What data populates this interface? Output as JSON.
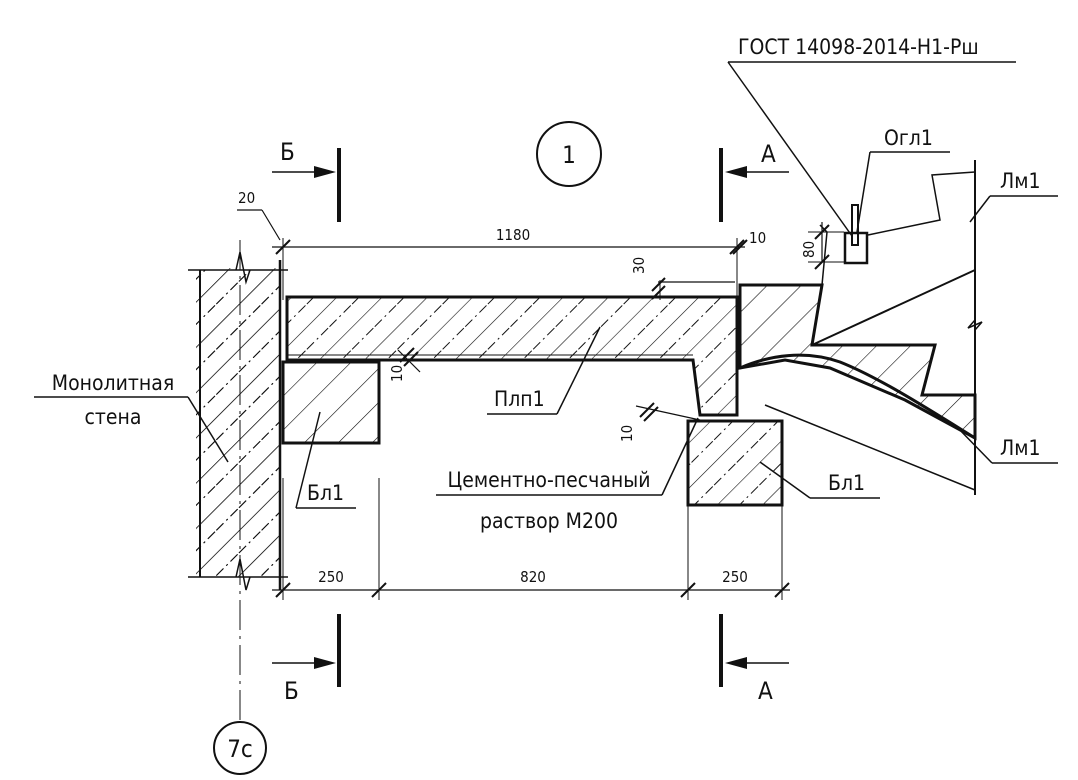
{
  "drawing": {
    "gost_label": "ГОСТ 14098-2014-Н1-Рш",
    "detail_number": "1",
    "axis_label": "7с",
    "section_b_top": "Б",
    "section_b_bottom": "Б",
    "section_a_top": "А",
    "section_a_bottom": "А",
    "labels": {
      "wall_line1": "Монолитная",
      "wall_line2": "стена",
      "ogl1": "Огл1",
      "lm1_top": "Лм1",
      "lm1_bottom": "Лм1",
      "plp1": "Плп1",
      "bl1_left": "Бл1",
      "bl1_right": "Бл1",
      "mortar_line1": "Цементно-песчаный",
      "mortar_line2": "раствор М200"
    },
    "dimensions": {
      "gap_wall": "20",
      "slab_length": "1180",
      "gap_right": "10",
      "recess_depth": "30",
      "height_80": "80",
      "mortar_left": "10",
      "mortar_right": "10",
      "block_left_width": "250",
      "span": "820",
      "block_right_width": "250"
    }
  }
}
